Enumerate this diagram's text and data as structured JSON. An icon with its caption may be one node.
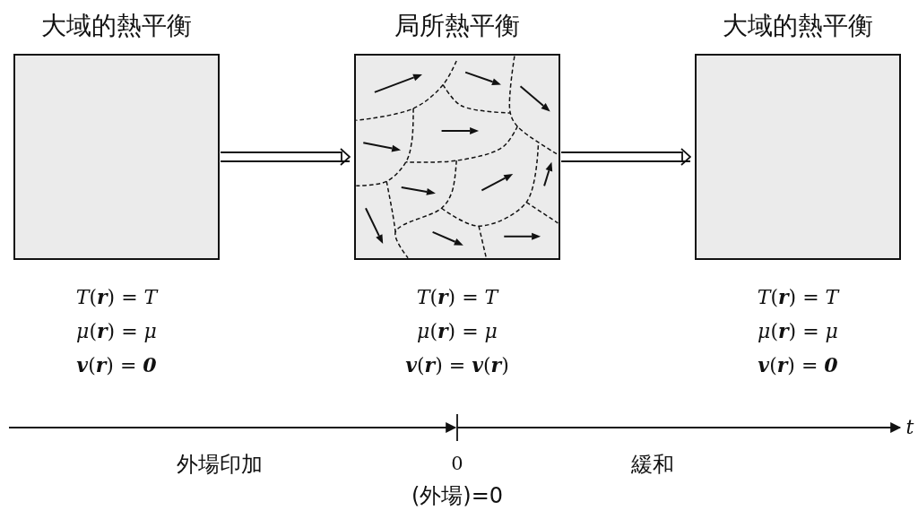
{
  "diagram": {
    "nodes": [
      {
        "text": [
          "大域的熱平衡"
        ],
        "beside": [
          "*T*(**r**) = *T*",
          "*μ*(**r**) = *μ*",
          "**v**(**r**) = **0**"
        ]
      },
      {
        "text": [
          "局所熱平衡"
        ],
        "beside": [
          "*T*(**r**) = *T*",
          "*μ*(**r**) = *μ*",
          "**v**(**r**) = **v**(**r**)"
        ]
      },
      {
        "text": [
          "大域的熱平衡"
        ],
        "beside": [
          "*T*(**r**) = *T*",
          "*μ*(**r**) = *μ*",
          "**v**(**r**) = **0**"
        ]
      }
    ],
    "edges": [
      {
        "from": 0,
        "to": 1,
        "arrow": "to"
      },
      {
        "from": 1,
        "to": 2,
        "arrow": "to"
      }
    ],
    "labels": [
      "t",
      "外場印加",
      "0",
      "緩和",
      "(外場)=0"
    ]
  }
}
